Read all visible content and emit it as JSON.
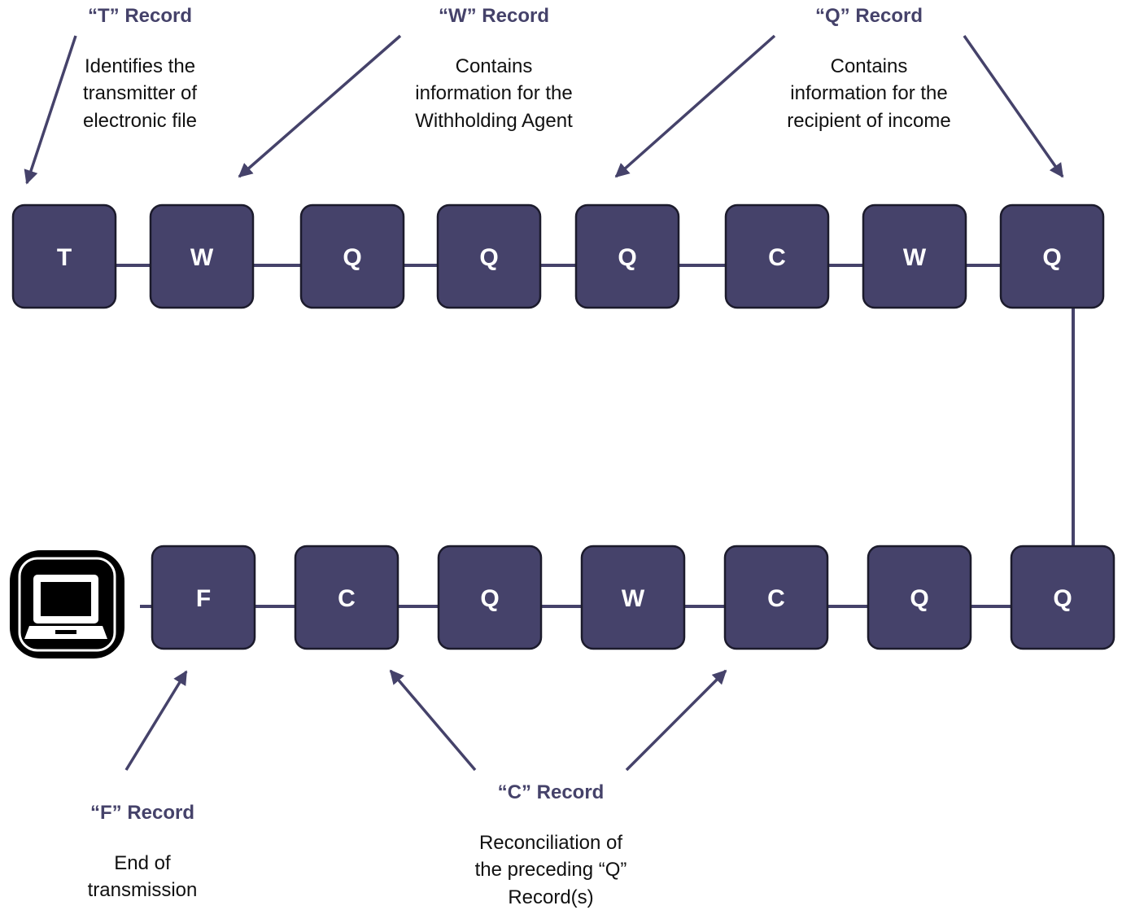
{
  "top_row": [
    "T",
    "W",
    "Q",
    "Q",
    "Q",
    "C",
    "W",
    "Q"
  ],
  "bottom_row": [
    "F",
    "C",
    "Q",
    "W",
    "C",
    "Q",
    "Q"
  ],
  "computer_icon": "laptop-icon",
  "colors": {
    "box_fill": "#45426a",
    "box_stroke": "#1c1b2c",
    "heading": "#45426a",
    "text": "#111111"
  },
  "annotations": {
    "t": {
      "title": "“T” Record",
      "lines": [
        "Identifies the",
        "transmitter of",
        "electronic file"
      ]
    },
    "w": {
      "title": "“W” Record",
      "lines": [
        "Contains",
        "information for the",
        "Withholding Agent"
      ]
    },
    "q": {
      "title": "“Q” Record",
      "lines": [
        "Contains",
        "information for the",
        "recipient of income"
      ]
    },
    "f": {
      "title": "“F” Record",
      "lines": [
        "End of",
        "transmission"
      ]
    },
    "c": {
      "title": "“C” Record",
      "lines": [
        "Reconciliation of",
        "the preceding “Q”",
        "Record(s)"
      ]
    }
  }
}
